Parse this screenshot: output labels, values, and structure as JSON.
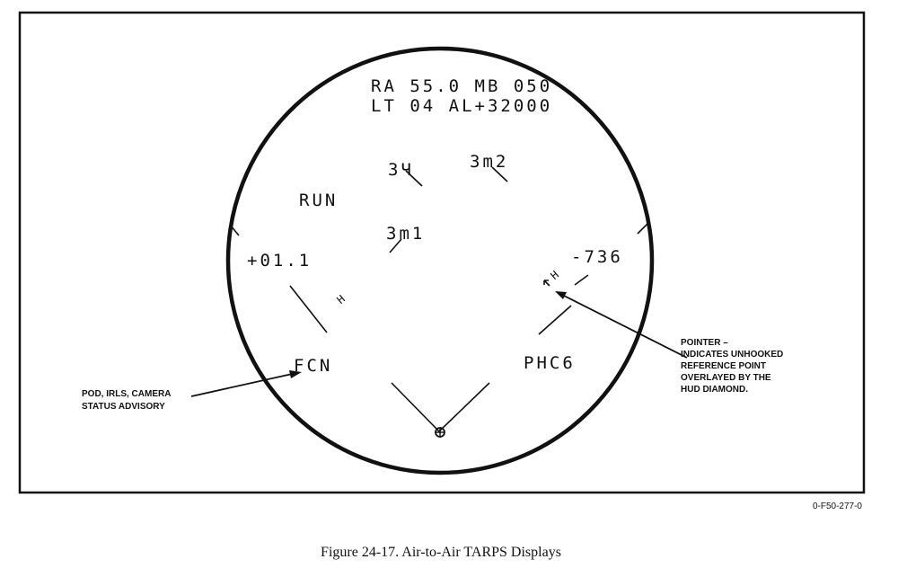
{
  "display": {
    "top_line1": "RA 55.0 MB 050",
    "top_line2": "LT  04  AL+32000",
    "run": "RUN",
    "left_value": "+01.1",
    "right_value": "-736",
    "left_status": "FCN",
    "right_status": "PHC6",
    "symbol_top_left": "3Ч",
    "symbol_top_right": "3m2",
    "symbol_center": "3m1",
    "marker_left": "H",
    "marker_right": "H"
  },
  "callouts": {
    "left_line1": "POD, IRLS, CAMERA",
    "left_line2": "STATUS ADVISORY",
    "right_line1": "POINTER –",
    "right_line2": "INDICATES UNHOOKED",
    "right_line3": "REFERENCE POINT",
    "right_line4": "OVERLAYED BY THE",
    "right_line5": "HUD DIAMOND."
  },
  "figure_code": "0-F50-277-0",
  "caption": "Figure 24-17.  Air-to-Air TARPS Displays"
}
